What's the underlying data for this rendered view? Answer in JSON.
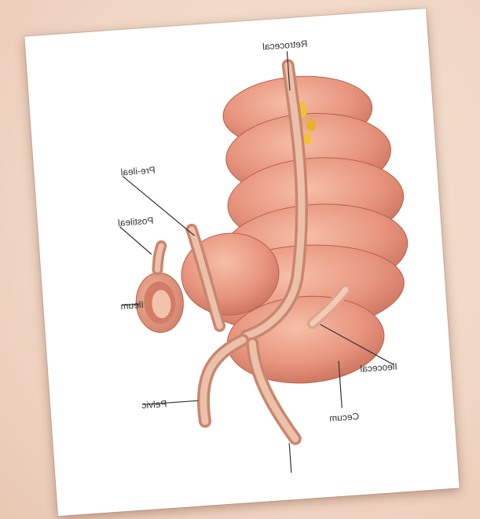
{
  "labels": {
    "top": "Retrocecal",
    "preileal": "Pre-ileal",
    "postileal": "Postileal",
    "ileum": "Ileum",
    "pelvic": "Pelvic",
    "cecum": "Cecum",
    "ileocecal": "Ileocecal",
    "subcecal": ""
  },
  "colors": {
    "colon": "#e59a84",
    "colon_shadow": "#c9705c",
    "appendix": "#e8b49c",
    "fat": "#f1c232",
    "paper": "#ffffff",
    "background": "#f1d8c6"
  }
}
